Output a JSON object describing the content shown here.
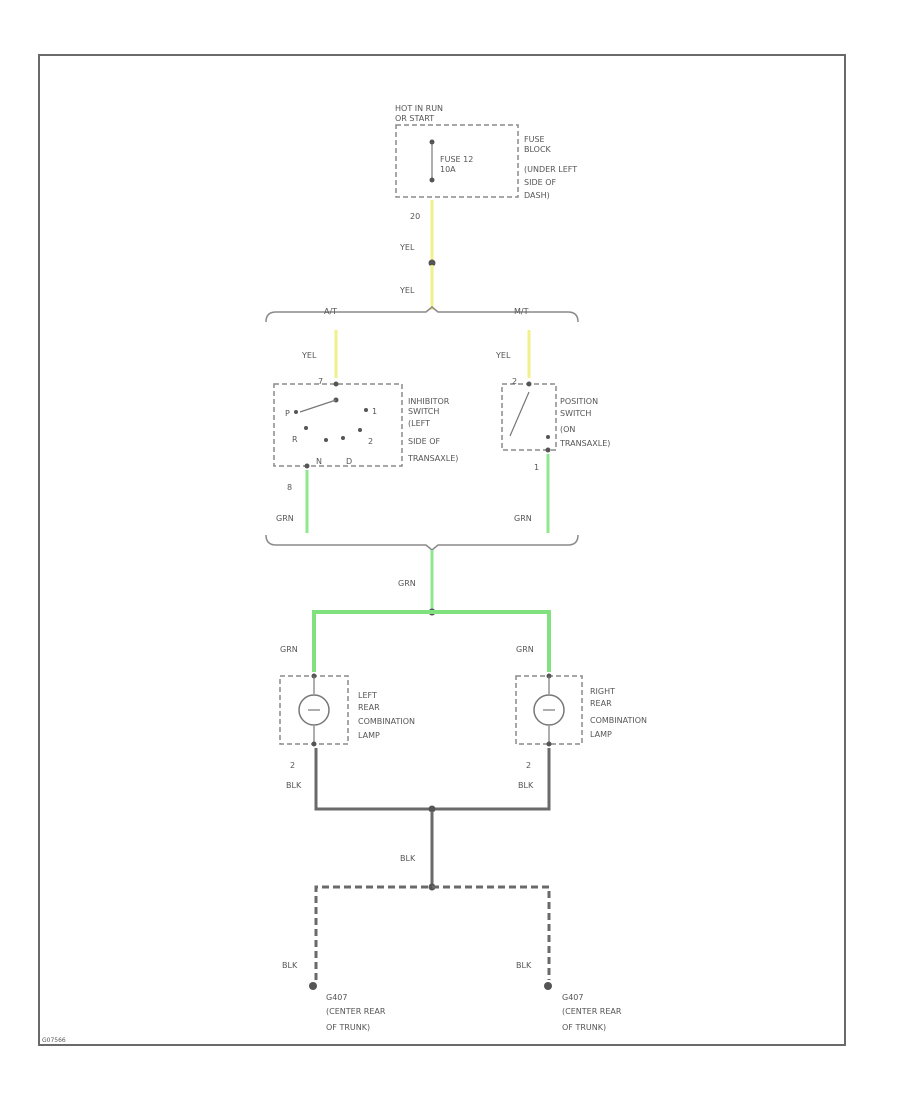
{
  "diagram": {
    "fuse": {
      "power_label": [
        "HOT IN RUN",
        "OR START"
      ],
      "fuse_label": [
        "FUSE 12",
        "10A"
      ],
      "location_label": [
        "FUSE",
        "BLOCK",
        "(UNDER LEFT",
        "SIDE OF",
        "DASH)"
      ],
      "pin": "20"
    },
    "wire_labels": {
      "yel_upper": "YEL",
      "yel_lower": "YEL",
      "yel_at": "YEL",
      "yel_mt": "YEL",
      "grn_inhibitor": "GRN",
      "grn_position": "GRN",
      "grn_main": "GRN",
      "grn_left_lamp": "GRN",
      "grn_right_lamp": "GRN",
      "blk_left": "BLK",
      "blk_right": "BLK",
      "blk_main": "BLK",
      "blk_ground_left": "BLK",
      "blk_ground_right": "BLK"
    },
    "variants": {
      "at": "A/T",
      "mt": "M/T"
    },
    "inhibitor_switch": {
      "label": [
        "INHIBITOR",
        "SWITCH",
        "(LEFT",
        "SIDE OF",
        "TRANSAXLE)"
      ],
      "terminals": {
        "p": "P",
        "r": "R",
        "n": "N",
        "d": "D",
        "one": "1",
        "two": "2",
        "top": "7",
        "bottom": "8"
      }
    },
    "position_switch": {
      "label": [
        "POSITION",
        "SWITCH",
        "(ON",
        "TRANSAXLE)"
      ],
      "terminals": {
        "top": "2",
        "bottom": "1"
      }
    },
    "left_lamp": {
      "label": [
        "LEFT",
        "REAR",
        "COMBINATION",
        "LAMP"
      ],
      "pin": "2"
    },
    "right_lamp": {
      "label": [
        "RIGHT",
        "REAR",
        "COMBINATION",
        "LAMP"
      ],
      "pin": "2"
    },
    "grounds": {
      "left": [
        "G407",
        "(CENTER REAR",
        "OF TRUNK)"
      ],
      "right": [
        "G407",
        "(CENTER REAR",
        "OF TRUNK)"
      ]
    },
    "figure_id": "G07566"
  },
  "colors": {
    "yellow_wire": "#f2f08a",
    "green_wire": "#8fe88f",
    "black_wire": "#6a6a6a",
    "frame": "#6a6a6a"
  }
}
